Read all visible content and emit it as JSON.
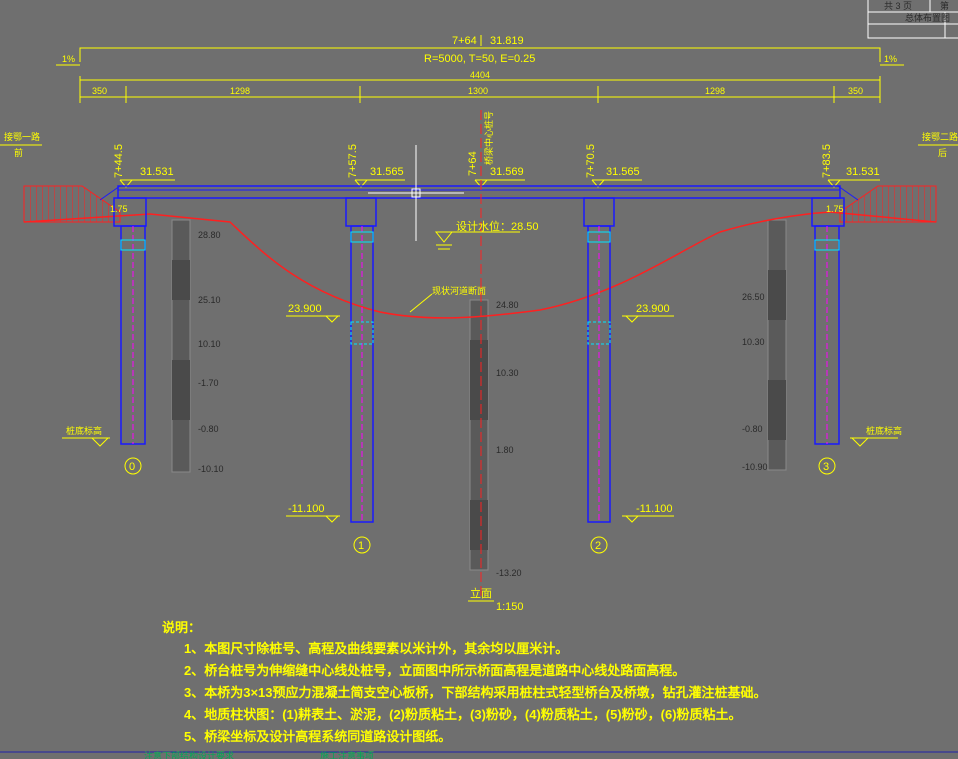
{
  "title_block": {
    "sheet_count": "共 3 页",
    "sheet_label": "第",
    "sheet_name": "总体布置图"
  },
  "header": {
    "station": "7+64",
    "elevation": "31.819",
    "curve": "R=5000, T=50, E=0.25",
    "slope_left": "1%",
    "slope_right": "1%"
  },
  "dimensions": {
    "total": "4404",
    "spans": [
      "350",
      "1298",
      "1300",
      "1298",
      "350"
    ]
  },
  "road_labels": {
    "left_top": "接鄂一路",
    "left_bottom": "前",
    "right_top": "接鄂二路",
    "right_bottom": "后"
  },
  "pier_stations": [
    "7+44.5",
    "7+57.5",
    "7+64",
    "7+70.5",
    "7+83.5"
  ],
  "deck_elevations": [
    "31.531",
    "31.565",
    "31.569",
    "31.565",
    "31.531"
  ],
  "centerline_label": "桥梁中心桩号",
  "water_level": {
    "label": "设计水位：28.50"
  },
  "riverbed_label": "现状河道断面",
  "foundation_elevations": {
    "left_top": "23.900",
    "right_top": "23.900",
    "left_bottom": "-11.100",
    "right_bottom": "-11.100"
  },
  "pile_tip_labels": {
    "left": "桩底标高",
    "right": "桩底标高"
  },
  "pier_numbers": [
    "0",
    "1",
    "2",
    "3"
  ],
  "abutment_text": {
    "left": "1.75",
    "right": "1.75"
  },
  "boreholes": {
    "b1": [
      "28.80",
      "25.10",
      "10.10",
      "-1.70",
      "-0.80",
      "-10.10"
    ],
    "b2": [
      "24.80",
      "10.30",
      "1.80",
      "-13.20"
    ],
    "b3": [
      "26.50",
      "10.30",
      "-0.80",
      "-10.90"
    ]
  },
  "view_title": {
    "name": "立面",
    "scale": "1:150"
  },
  "notes": {
    "heading": "说明：",
    "items": [
      "1、本图尺寸除桩号、高程及曲线要素以米计外，其余均以厘米计。",
      "2、桥台桩号为伸缩缝中心线处桩号，立面图中所示桥面高程是道路中心线处路面高程。",
      "3、本桥为3×13预应力混凝土简支空心板桥，下部结构采用桩柱式轻型桥台及桥墩，钻孔灌注桩基础。",
      "4、地质柱状图：(1)耕表土、淤泥，(2)粉质粘土，(3)粉砂，(4)粉质粘土，(5)粉砂，(6)粉质粘土。",
      "5、桥梁坐标及设计高程系统同道路设计图纸。"
    ]
  },
  "footer": {
    "left": "注意下部结构设计要求",
    "right": "施工注意事项"
  },
  "colors": {
    "yellow": "#ffff00",
    "blue": "#1a1aff",
    "red": "#ff2020",
    "cyan": "#00e5ff",
    "magenta": "#ff00ff",
    "green": "#22cc44",
    "bg": "#6f6f6f"
  }
}
